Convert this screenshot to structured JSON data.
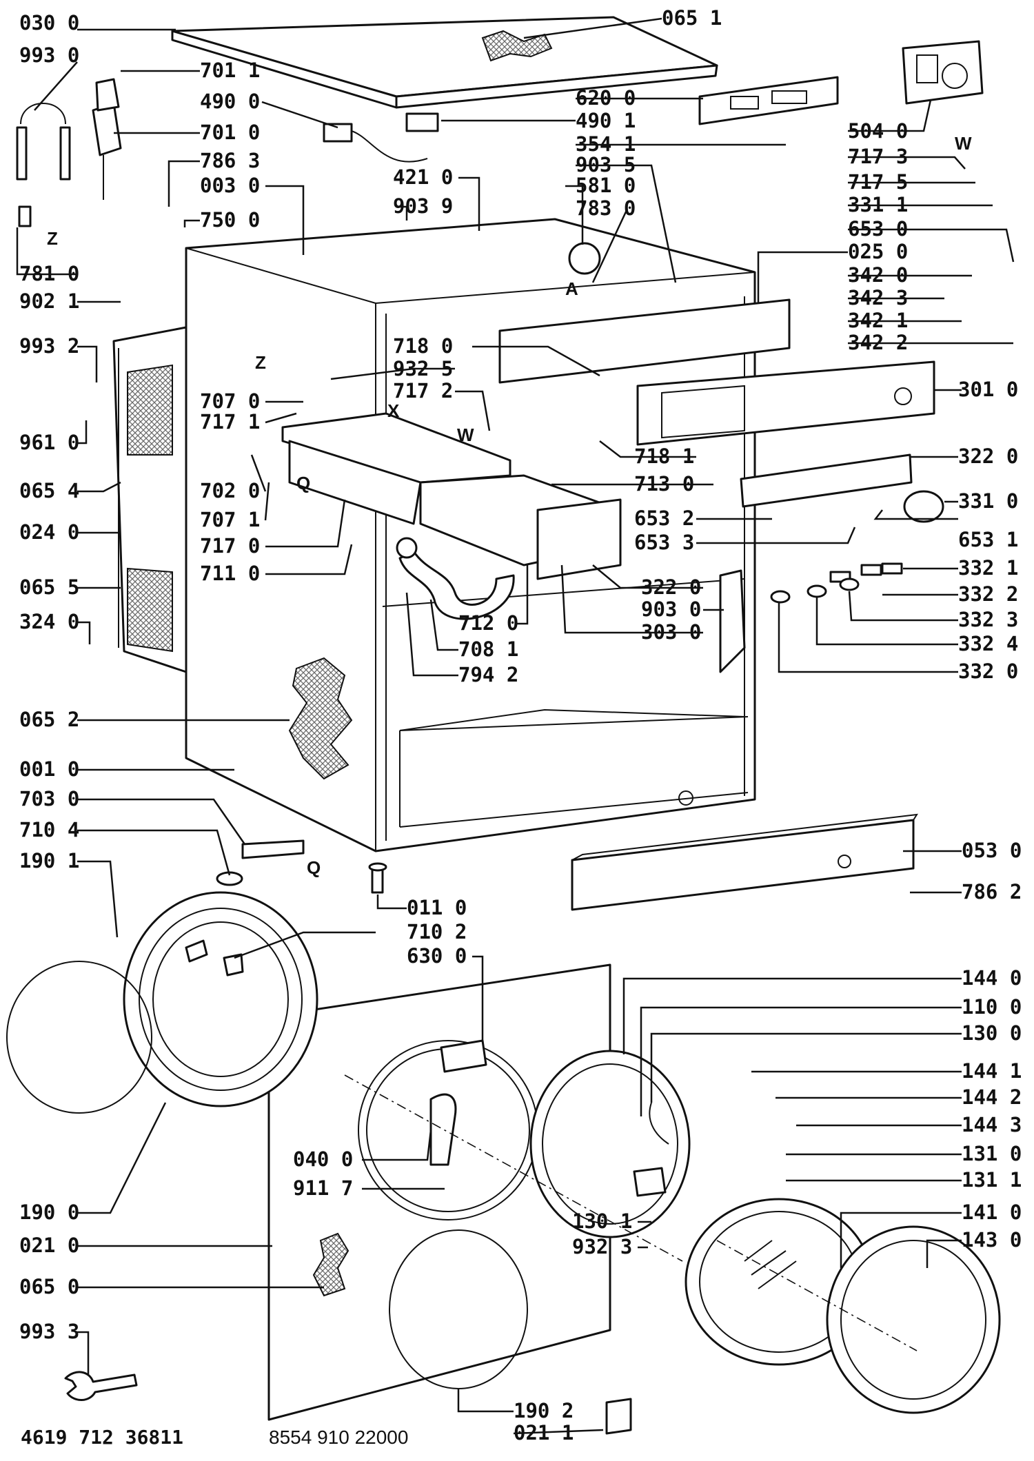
{
  "colors": {
    "ink": "#111111",
    "paper": "#ffffff",
    "hatch": "#6a6a6a"
  },
  "diagram": {
    "type": "exploded-parts-diagram",
    "footer": {
      "left_code": "4619 712 36811",
      "right_code": "8554 910 22000"
    },
    "markers": [
      "Z",
      "Z",
      "A",
      "X",
      "W",
      "W",
      "Q",
      "Q"
    ],
    "callouts": [
      {
        "label": "030 0",
        "icon": "top-lid"
      },
      {
        "label": "065 1",
        "icon": "lid-insulation"
      },
      {
        "label": "993 0",
        "icon": "hose-clamp"
      },
      {
        "label": "701 1",
        "icon": "cap"
      },
      {
        "label": "490 0",
        "icon": "suppressor"
      },
      {
        "label": "701 0",
        "icon": "inlet-valve"
      },
      {
        "label": "620 0",
        "icon": "control-board"
      },
      {
        "label": "490 1",
        "icon": "suppressor"
      },
      {
        "label": "504 0",
        "icon": "timer"
      },
      {
        "label": "354 1",
        "icon": "lamp"
      },
      {
        "label": "786 3",
        "icon": "screw"
      },
      {
        "label": "903 5",
        "icon": "clip"
      },
      {
        "label": "717 3",
        "icon": "spring"
      },
      {
        "label": "003 0",
        "icon": "bracket"
      },
      {
        "label": "421 0",
        "icon": "relay"
      },
      {
        "label": "581 0",
        "icon": "pressure-switch"
      },
      {
        "label": "717 5",
        "icon": "washer"
      },
      {
        "label": "903 9",
        "icon": "clip"
      },
      {
        "label": "783 0",
        "icon": "pin"
      },
      {
        "label": "331 1",
        "icon": "knob-insert"
      },
      {
        "label": "750 0",
        "icon": "valve-elbow"
      },
      {
        "label": "653 0",
        "icon": "lever"
      },
      {
        "label": "025 0",
        "icon": "panel-bracket"
      },
      {
        "label": "781 0",
        "icon": "hose"
      },
      {
        "label": "342 0",
        "icon": "switch-lever"
      },
      {
        "label": "902 1",
        "icon": "fixing-clip"
      },
      {
        "label": "342 3",
        "icon": "spring"
      },
      {
        "label": "342 1",
        "icon": "switch-arm"
      },
      {
        "label": "342 2",
        "icon": "indicator-lamp"
      },
      {
        "label": "993 2",
        "icon": "capacitor"
      },
      {
        "label": "718 0",
        "icon": "guide"
      },
      {
        "label": "932 5",
        "icon": "spring"
      },
      {
        "label": "717 2",
        "icon": "hinge"
      },
      {
        "label": "301 0",
        "icon": "front-panel"
      },
      {
        "label": "707 0",
        "icon": "fixing"
      },
      {
        "label": "717 1",
        "icon": "spring"
      },
      {
        "label": "961 0",
        "icon": "grommet"
      },
      {
        "label": "718 1",
        "icon": "guide"
      },
      {
        "label": "702 0",
        "icon": "nozzle"
      },
      {
        "label": "322 0",
        "icon": "panel-label"
      },
      {
        "label": "713 0",
        "icon": "tube"
      },
      {
        "label": "065 4",
        "icon": "insulation"
      },
      {
        "label": "707 1",
        "icon": "fixing"
      },
      {
        "label": "331 0",
        "icon": "program-knob"
      },
      {
        "label": "024 0",
        "icon": "rear-panel"
      },
      {
        "label": "717 0",
        "icon": "spring"
      },
      {
        "label": "653 2",
        "icon": "spring"
      },
      {
        "label": "653 1",
        "icon": "spring"
      },
      {
        "label": "653 3",
        "icon": "rod"
      },
      {
        "label": "332 1",
        "icon": "push-button"
      },
      {
        "label": "711 0",
        "icon": "dispenser"
      },
      {
        "label": "065 5",
        "icon": "insulation"
      },
      {
        "label": "322 0",
        "icon": "drawer-label"
      },
      {
        "label": "332 2",
        "icon": "push-button"
      },
      {
        "label": "903 0",
        "icon": "rail"
      },
      {
        "label": "332 3",
        "icon": "push-button"
      },
      {
        "label": "324 0",
        "icon": "cable-guard"
      },
      {
        "label": "712 0",
        "icon": "drawer"
      },
      {
        "label": "303 0",
        "icon": "drawer-front"
      },
      {
        "label": "708 1",
        "icon": "hose"
      },
      {
        "label": "332 4",
        "icon": "push-button"
      },
      {
        "label": "794 2",
        "icon": "hose"
      },
      {
        "label": "332 0",
        "icon": "push-button"
      },
      {
        "label": "065 2",
        "icon": "insulation"
      },
      {
        "label": "001 0",
        "icon": "cabinet"
      },
      {
        "label": "703 0",
        "icon": "pipe"
      },
      {
        "label": "710 4",
        "icon": "gasket"
      },
      {
        "label": "053 0",
        "icon": "kick-plate"
      },
      {
        "label": "190 1",
        "icon": "spring"
      },
      {
        "label": "786 2",
        "icon": "screw"
      },
      {
        "label": "011 0",
        "icon": "foot"
      },
      {
        "label": "710 2",
        "icon": "elbow"
      },
      {
        "label": "630 0",
        "icon": "door-lock"
      },
      {
        "label": "144 0",
        "icon": "door"
      },
      {
        "label": "110 0",
        "icon": "hinge"
      },
      {
        "label": "130 0",
        "icon": "hinge"
      },
      {
        "label": "144 1",
        "icon": "screw"
      },
      {
        "label": "144 2",
        "icon": "screw"
      },
      {
        "label": "144 3",
        "icon": "washer"
      },
      {
        "label": "131 0",
        "icon": "hinge-plate"
      },
      {
        "label": "131 1",
        "icon": "hinge-plate"
      },
      {
        "label": "040 0",
        "icon": "door-handle"
      },
      {
        "label": "911 7",
        "icon": "pin"
      },
      {
        "label": "190 0",
        "icon": "door-seal"
      },
      {
        "label": "141 0",
        "icon": "door-glass"
      },
      {
        "label": "130 1",
        "icon": "hinge-pin"
      },
      {
        "label": "932 3",
        "icon": "spring"
      },
      {
        "label": "021 0",
        "icon": "front-panel"
      },
      {
        "label": "143 0",
        "icon": "door-ring"
      },
      {
        "label": "065 0",
        "icon": "insulation"
      },
      {
        "label": "993 3",
        "icon": "spanner"
      },
      {
        "label": "190 2",
        "icon": "seal-wire"
      },
      {
        "label": "021 1",
        "icon": "cover-plate"
      }
    ]
  }
}
